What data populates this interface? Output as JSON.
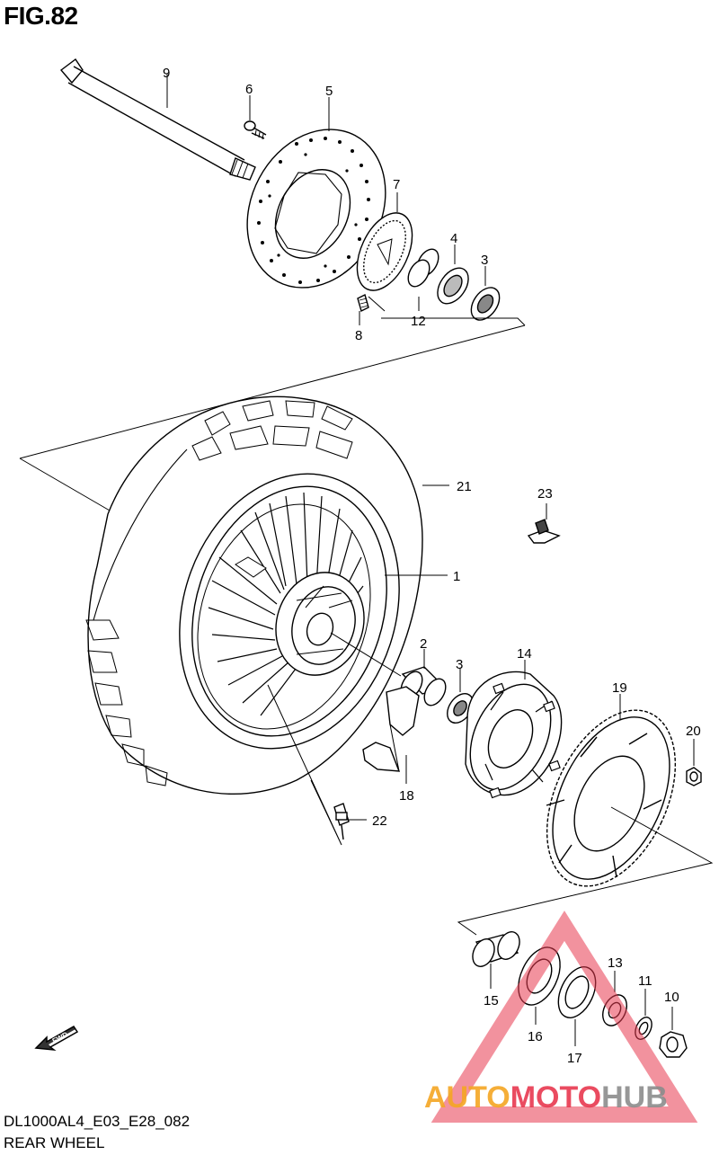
{
  "figure": {
    "title": "FIG.82",
    "code": "DL1000AL4_E03_E28_082",
    "caption": "REAR WHEEL"
  },
  "callouts": [
    "1",
    "2",
    "3",
    "4",
    "5",
    "6",
    "7",
    "8",
    "9",
    "10",
    "11",
    "12",
    "13",
    "14",
    "15",
    "16",
    "17",
    "18",
    "19",
    "20",
    "21",
    "22",
    "23"
  ],
  "direction_marker": {
    "label": "FWD"
  },
  "watermark": {
    "text_part1": "AUTO",
    "text_part2": "MOTO",
    "text_part3": "HUB",
    "color_orange": "#f5a623",
    "color_red": "#e8384f",
    "color_gray": "#8c8c8c"
  }
}
